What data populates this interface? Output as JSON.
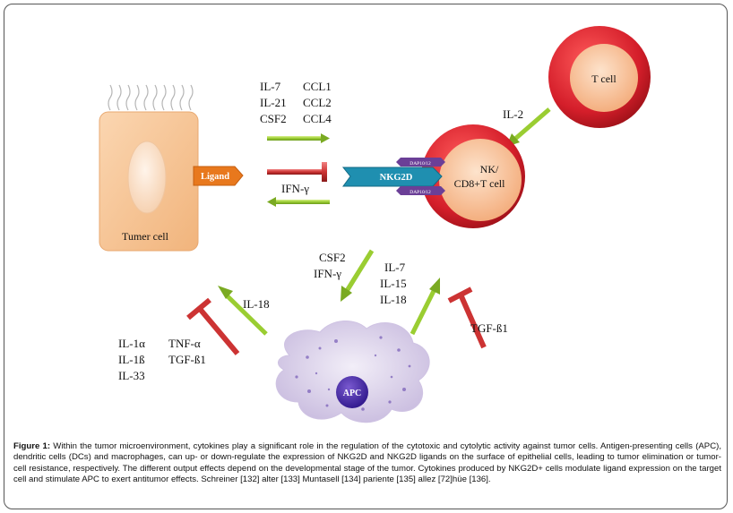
{
  "cells": {
    "tumor": "Tumer cell",
    "tcell": "T cell",
    "nk_line1": "NK/",
    "nk_line2": "CD8+T cell",
    "apc": "APC"
  },
  "labels": {
    "ligand": "Ligand",
    "nkg2d": "NKG2D",
    "dap10_top": "DAP10/12",
    "dap10_bottom": "DAP10/12"
  },
  "cytokines": {
    "tumor_to_nk": [
      [
        "IL-7",
        "CCL1"
      ],
      [
        "IL-21",
        "CCL2"
      ],
      [
        "CSF2",
        "CCL4"
      ]
    ],
    "nk_to_tumor": "IFN-γ",
    "tcell_to_nk": "IL-2",
    "nk_to_apc": [
      "CSF2",
      "IFN-γ"
    ],
    "apc_to_nk": [
      "IL-7",
      "IL-15",
      "IL-18"
    ],
    "apc_inhibit_nk": "TGF-ß1",
    "apc_to_tumor": "IL-18",
    "tumor_inhibit_apc": [
      [
        "IL-1α",
        "TNF-α"
      ],
      [
        "IL-1ß",
        "TGF-ß1"
      ],
      [
        "IL-33",
        ""
      ]
    ]
  },
  "caption": {
    "label": "Figure 1:",
    "text": " Within the tumor microenvironment, cytokines play a significant role in the regulation of the cytotoxic and cytolytic activity against tumor cells. Antigen-presenting cells (APC), dendritic cells (DCs) and macrophages, can up- or down-regulate the expression of NKG2D and NKG2D ligands on the surface of epithelial cells, leading to tumor elimination or tumor-cell resistance, respectively. The different output effects depend on the developmental stage of the tumor. Cytokines produced by NKG2D+ cells modulate ligand expression on the target cell and stimulate APC to exert antitumor effects. Schreiner [132] alter [133] Muntasell [134] pariente [135] allez [72]hüe [136]."
  },
  "colors": {
    "activate_arrow": "#9acd32",
    "inhibit_arrow": "#cc3333",
    "tumor_fill": "#f7c79a",
    "nucleus_fill": "#fbe2cc",
    "tcell_red": "#d41e2a",
    "tcell_inner": "#f6b98c",
    "ligand_orange": "#e8781d",
    "nkg2d_blue": "#1f8fb0",
    "dap_purple": "#6b3f97",
    "apc_body": "#dcd3ea",
    "apc_nucleus": "#4a2aa0"
  }
}
